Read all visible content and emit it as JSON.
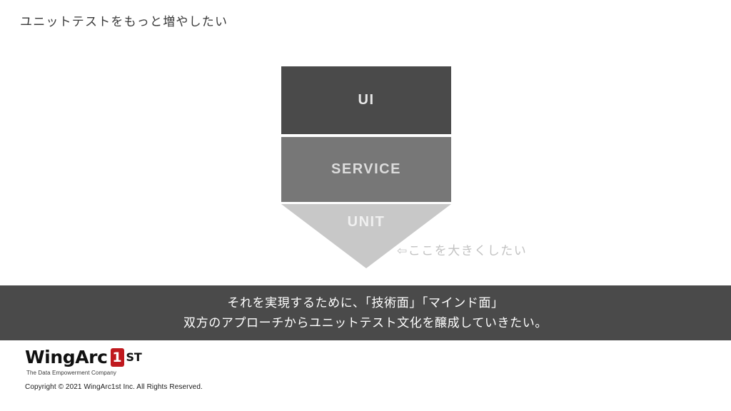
{
  "slide": {
    "title": "ユニットテストをもっと増やしたい",
    "background_color": "#ffffff"
  },
  "pyramid": {
    "name": "inverted-test-pyramid",
    "layers": [
      {
        "label": "UI",
        "color": "#4a4a4a",
        "shape": "rectangle"
      },
      {
        "label": "SERVICE",
        "color": "#777777",
        "shape": "rectangle"
      },
      {
        "label": "UNIT",
        "color": "#c8c8c8",
        "shape": "triangle-down"
      }
    ]
  },
  "callout": {
    "arrow_icon": "⇦",
    "text": "ここを大きくしたい",
    "color": "#c2c2c2"
  },
  "banner": {
    "background_color": "#4a4a4a",
    "text_color": "#ffffff",
    "lines": [
      "それを実現するために、「技術面」「マインド面」",
      "双方のアプローチからユニットテスト文化を醸成していきたい。"
    ]
  },
  "footer": {
    "logo": {
      "brand": "WingArc",
      "badge": "1",
      "badge_color": "#c0191e",
      "suffix": "ST",
      "tagline": "The Data Empowerment Company"
    },
    "copyright": "Copyright © 2021 WingArc1st Inc.  All Rights Reserved."
  }
}
